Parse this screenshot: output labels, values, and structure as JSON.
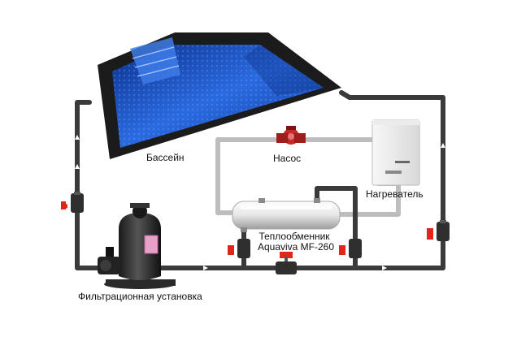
{
  "labels": {
    "pool": "Бассейн",
    "pump": "Насос",
    "heater": "Нагреватель",
    "heat_exchanger_line1": "Теплообменник",
    "heat_exchanger_line2": "Aquaviva MF-260",
    "filter": "Фильтрационная установка"
  },
  "colors": {
    "pipe_dark": "#3a3a3a",
    "pipe_light": "#bdbdbd",
    "valve_red": "#e0261b",
    "pool_water": "#1f55c8",
    "pool_rim": "#1b1b1b",
    "pump_red": "#c62828"
  }
}
